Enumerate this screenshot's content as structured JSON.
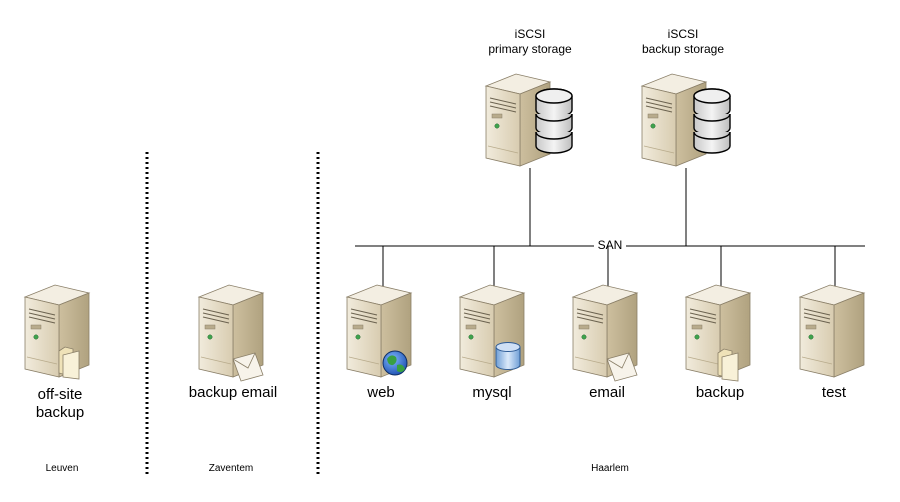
{
  "storage": [
    {
      "id": "primary",
      "label_line1": "iSCSI",
      "label_line2": "primary storage",
      "icon": "server-with-disk-stack-icon"
    },
    {
      "id": "backup",
      "label_line1": "iSCSI",
      "label_line2": "backup storage",
      "icon": "server-with-disk-stack-icon"
    }
  ],
  "network": {
    "label": "SAN"
  },
  "servers": [
    {
      "id": "web",
      "label": "web",
      "badge": "globe"
    },
    {
      "id": "mysql",
      "label": "mysql",
      "badge": "database"
    },
    {
      "id": "email",
      "label": "email",
      "badge": "envelope"
    },
    {
      "id": "backup",
      "label": "backup",
      "badge": "folder"
    },
    {
      "id": "test",
      "label": "test",
      "badge": "none"
    }
  ],
  "remote": [
    {
      "id": "offsite",
      "label_line1": "off-site",
      "label_line2": "backup",
      "badge": "folder"
    },
    {
      "id": "backup-email",
      "label_line1": "backup email",
      "label_line2": "",
      "badge": "envelope"
    }
  ],
  "locations": [
    "Leuven",
    "Zaventem",
    "Haarlem"
  ],
  "colors": {
    "server_front": "#e6dcc4",
    "server_side": "#c2b595",
    "server_top": "#f3eee2",
    "outline": "#8a7f68",
    "line": "#000000",
    "led": "#3fa34d",
    "disk": "#e4e4e4"
  }
}
